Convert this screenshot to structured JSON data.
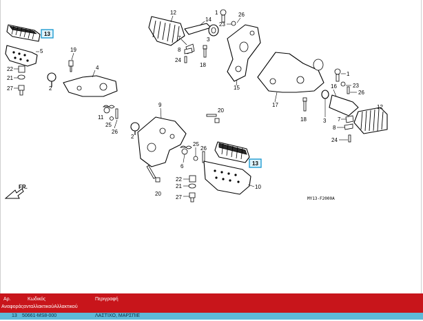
{
  "diagram": {
    "callouts": [
      "1",
      "2",
      "4",
      "5",
      "6",
      "7",
      "8",
      "9",
      "10",
      "11",
      "12",
      "13",
      "14",
      "15",
      "16",
      "17",
      "18",
      "19",
      "20",
      "21",
      "22",
      "23",
      "24",
      "25",
      "26",
      "27"
    ],
    "highlighted_callout": "13",
    "drawing_code": "MY13-F2000A",
    "direction_label": "FR."
  },
  "table": {
    "headers": {
      "ref_line1": "Αρ.",
      "ref_line2": "ΑναφοράςανταλλακτικούΑλλακτικού",
      "code": "Κωδικός",
      "description": "Περιγραφή"
    },
    "rows": [
      {
        "ref": "13",
        "code": "50661-MS8-000",
        "description": "ΛΑΣΤΙΧΟ, ΜΑΡΣΠΙΕ"
      }
    ]
  },
  "colors": {
    "header_bg": "#c8151b",
    "row_bg": "#5fb9d8",
    "highlight_border": "#1f9bd1"
  }
}
